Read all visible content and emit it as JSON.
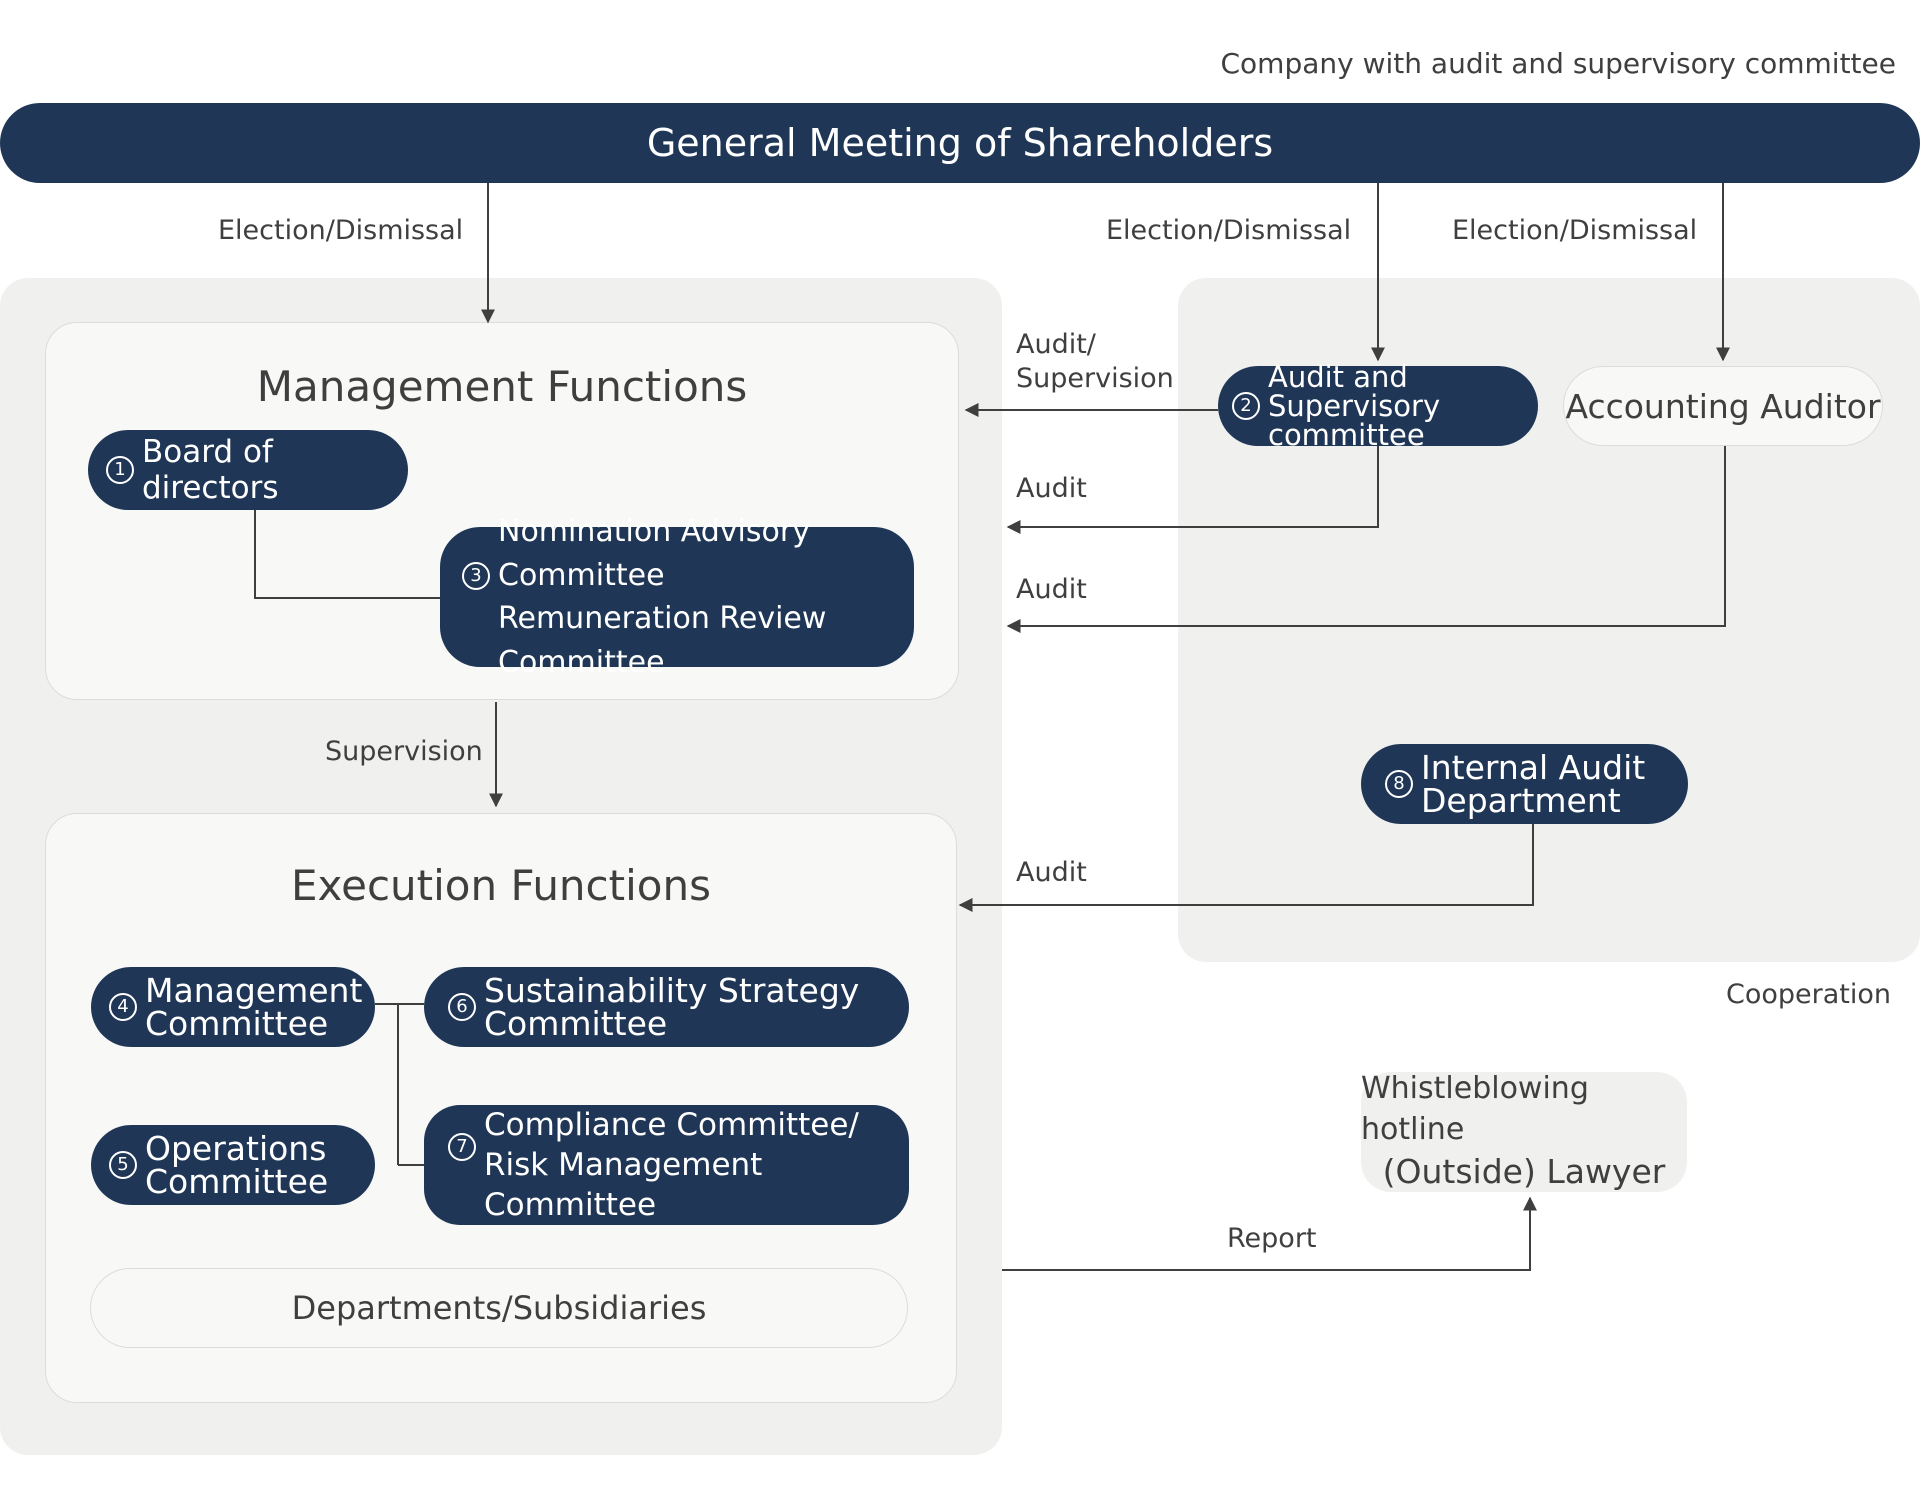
{
  "header_note": "Company with audit and supervisory committee",
  "gms": "General Meeting of Shareholders",
  "management": {
    "title": "Management Functions",
    "board": {
      "num": "1",
      "label": "Board of directors"
    },
    "nomination": {
      "num": "3",
      "line1": "Nomination Advisory Committee",
      "line2": "Remuneration Review Committee"
    }
  },
  "execution": {
    "title": "Execution Functions",
    "mgmt_committee": {
      "num": "4",
      "line1": "Management",
      "line2": "Committee"
    },
    "ops_committee": {
      "num": "5",
      "line1": "Operations",
      "line2": "Committee"
    },
    "sustainability": {
      "num": "6",
      "line1": "Sustainability Strategy",
      "line2": "Committee"
    },
    "compliance": {
      "num": "7",
      "line1": "Compliance Committee/",
      "line2": "Risk Management Committee"
    },
    "departments": "Departments/Subsidiaries"
  },
  "audit_committee": {
    "num": "2",
    "line1": "Audit and Supervisory",
    "line2": "committee"
  },
  "accounting_auditor": "Accounting Auditor",
  "internal_audit": {
    "num": "8",
    "line1": "Internal Audit",
    "line2": "Department"
  },
  "whistle": {
    "line1": "Whistleblowing hotline",
    "line2": "(Outside) Lawyer"
  },
  "labels": {
    "election_left": "Election/Dismissal",
    "election_mid": "Election/Dismissal",
    "election_right": "Election/Dismissal",
    "audit_supervision_1": "Audit/",
    "audit_supervision_2": "Supervision",
    "audit_1": "Audit",
    "audit_2": "Audit",
    "audit_3": "Audit",
    "supervision": "Supervision",
    "cooperation": "Cooperation",
    "report": "Report"
  }
}
